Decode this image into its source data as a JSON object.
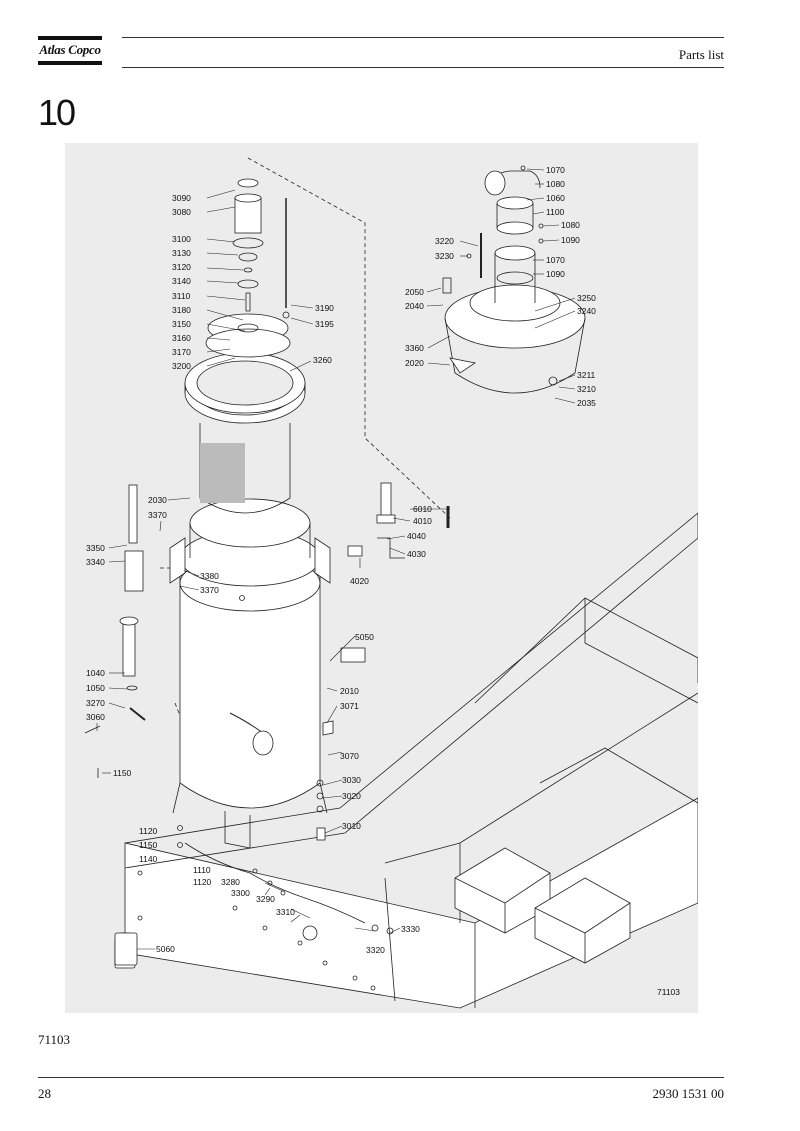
{
  "header": {
    "logo_text": "Atlas Copco",
    "title": "Parts list"
  },
  "section_number": "10",
  "figure": {
    "drawing_id": "71103",
    "callouts": [
      {
        "id": "c3090",
        "label": "3090"
      },
      {
        "id": "c3080",
        "label": "3080"
      },
      {
        "id": "c3100",
        "label": "3100"
      },
      {
        "id": "c3130",
        "label": "3130"
      },
      {
        "id": "c3120",
        "label": "3120"
      },
      {
        "id": "c3140",
        "label": "3140"
      },
      {
        "id": "c3110",
        "label": "3110"
      },
      {
        "id": "c3180",
        "label": "3180"
      },
      {
        "id": "c3150",
        "label": "3150"
      },
      {
        "id": "c3160",
        "label": "3160"
      },
      {
        "id": "c3170",
        "label": "3170"
      },
      {
        "id": "c3200",
        "label": "3200"
      },
      {
        "id": "c3190",
        "label": "3190"
      },
      {
        "id": "c3195",
        "label": "3195"
      },
      {
        "id": "c3260",
        "label": "3260"
      },
      {
        "id": "c2030",
        "label": "2030"
      },
      {
        "id": "c3370a",
        "label": "3370"
      },
      {
        "id": "c3350",
        "label": "3350"
      },
      {
        "id": "c3340",
        "label": "3340"
      },
      {
        "id": "c3380",
        "label": "3380"
      },
      {
        "id": "c3370b",
        "label": "3370"
      },
      {
        "id": "c1040",
        "label": "1040"
      },
      {
        "id": "c1050",
        "label": "1050"
      },
      {
        "id": "c3270",
        "label": "3270"
      },
      {
        "id": "c3060",
        "label": "3060"
      },
      {
        "id": "c1150a",
        "label": "1150"
      },
      {
        "id": "c1120a",
        "label": "1120"
      },
      {
        "id": "c1150b",
        "label": "1150"
      },
      {
        "id": "c1140",
        "label": "1140"
      },
      {
        "id": "c1110",
        "label": "1110"
      },
      {
        "id": "c1120b",
        "label": "1120"
      },
      {
        "id": "c3280",
        "label": "3280"
      },
      {
        "id": "c3300",
        "label": "3300"
      },
      {
        "id": "c3290",
        "label": "3290"
      },
      {
        "id": "c3310",
        "label": "3310"
      },
      {
        "id": "c5060",
        "label": "5060"
      },
      {
        "id": "c3330",
        "label": "3330"
      },
      {
        "id": "c3320",
        "label": "3320"
      },
      {
        "id": "c3010",
        "label": "3010"
      },
      {
        "id": "c3020",
        "label": "3020"
      },
      {
        "id": "c3030",
        "label": "3030"
      },
      {
        "id": "c3070",
        "label": "3070"
      },
      {
        "id": "c3071",
        "label": "3071"
      },
      {
        "id": "c2010",
        "label": "2010"
      },
      {
        "id": "c5050",
        "label": "5050"
      },
      {
        "id": "c4020",
        "label": "4020"
      },
      {
        "id": "c4030",
        "label": "4030"
      },
      {
        "id": "c4040",
        "label": "4040"
      },
      {
        "id": "c4010",
        "label": "4010"
      },
      {
        "id": "c6010",
        "label": "6010"
      },
      {
        "id": "c1070a",
        "label": "1070"
      },
      {
        "id": "c1080a",
        "label": "1080"
      },
      {
        "id": "c1060",
        "label": "1060"
      },
      {
        "id": "c1100",
        "label": "1100"
      },
      {
        "id": "c1080b",
        "label": "1080"
      },
      {
        "id": "c1090a",
        "label": "1090"
      },
      {
        "id": "c1070b",
        "label": "1070"
      },
      {
        "id": "c1090b",
        "label": "1090"
      },
      {
        "id": "c3220",
        "label": "3220"
      },
      {
        "id": "c3230",
        "label": "3230"
      },
      {
        "id": "c2050",
        "label": "2050"
      },
      {
        "id": "c2040",
        "label": "2040"
      },
      {
        "id": "c3250",
        "label": "3250"
      },
      {
        "id": "c3240",
        "label": "3240"
      },
      {
        "id": "c3360",
        "label": "3360"
      },
      {
        "id": "c2020",
        "label": "2020"
      },
      {
        "id": "c3211",
        "label": "3211"
      },
      {
        "id": "c3210",
        "label": "3210"
      },
      {
        "id": "c2035",
        "label": "2035"
      }
    ]
  },
  "figure_reference": "71103",
  "footer": {
    "page_number": "28",
    "document_number": "2930 1531 00"
  }
}
